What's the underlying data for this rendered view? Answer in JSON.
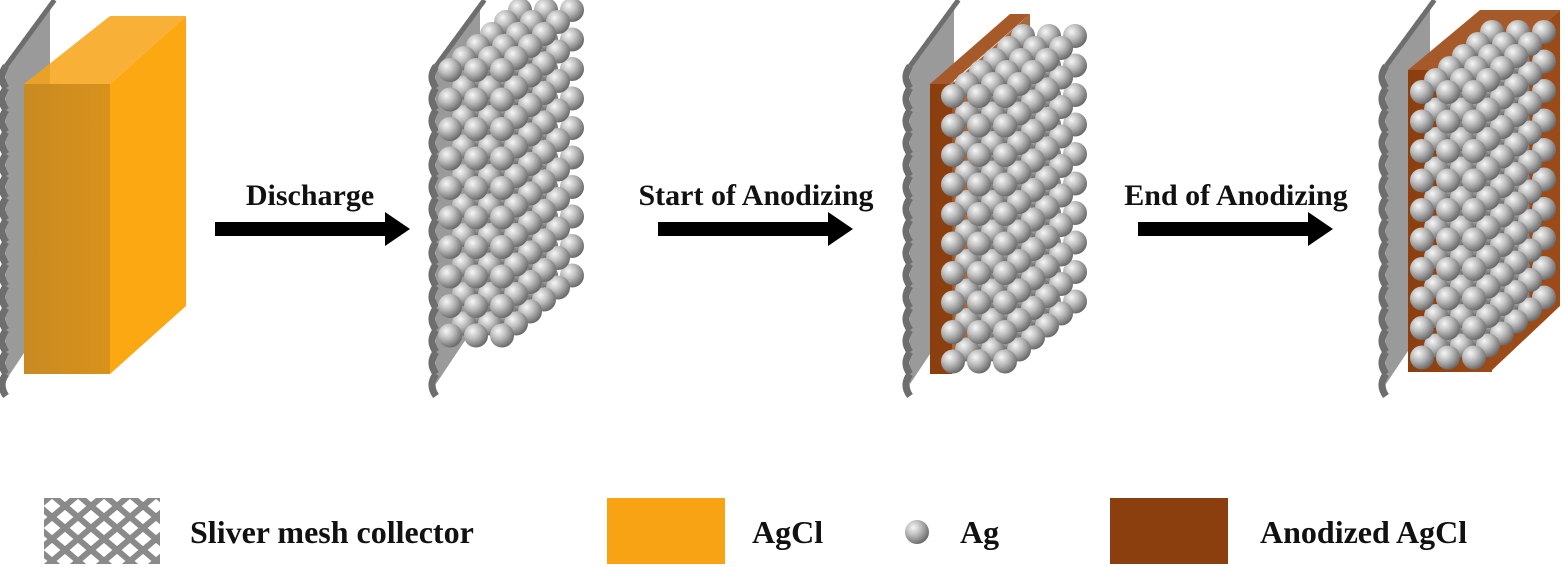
{
  "colors": {
    "agcl": "#F7A313",
    "agcl_side": "#FBA813",
    "agcl_front": "#CC8A1E",
    "anodized": "#8B3E0E",
    "anodized_light": "#A65A2A",
    "mesh": "#7A7A7A",
    "mesh_light": "#A6A6A6",
    "sphere_light": "#F4F4F4",
    "sphere_mid": "#B8B8B8",
    "sphere_dark": "#6E6E6E",
    "arrow": "#000000"
  },
  "steps": [
    {
      "label": "Discharge"
    },
    {
      "label": "Start of Anodizing"
    },
    {
      "label": "End of Anodizing"
    }
  ],
  "stages": [
    {
      "name": "initial",
      "icon": "agcl-block-on-mesh"
    },
    {
      "name": "discharged",
      "icon": "ag-spheres-on-mesh"
    },
    {
      "name": "start-anodizing",
      "icon": "partially-anodized-ag"
    },
    {
      "name": "end-anodizing",
      "icon": "fully-anodized-ag"
    }
  ],
  "legend": [
    {
      "label": "Sliver mesh collector",
      "icon": "mesh-swatch-icon"
    },
    {
      "label": "AgCl",
      "icon": "agcl-swatch-icon"
    },
    {
      "label": "Ag",
      "icon": "ag-sphere-icon"
    },
    {
      "label": "Anodized AgCl",
      "icon": "anodized-swatch-icon"
    }
  ]
}
